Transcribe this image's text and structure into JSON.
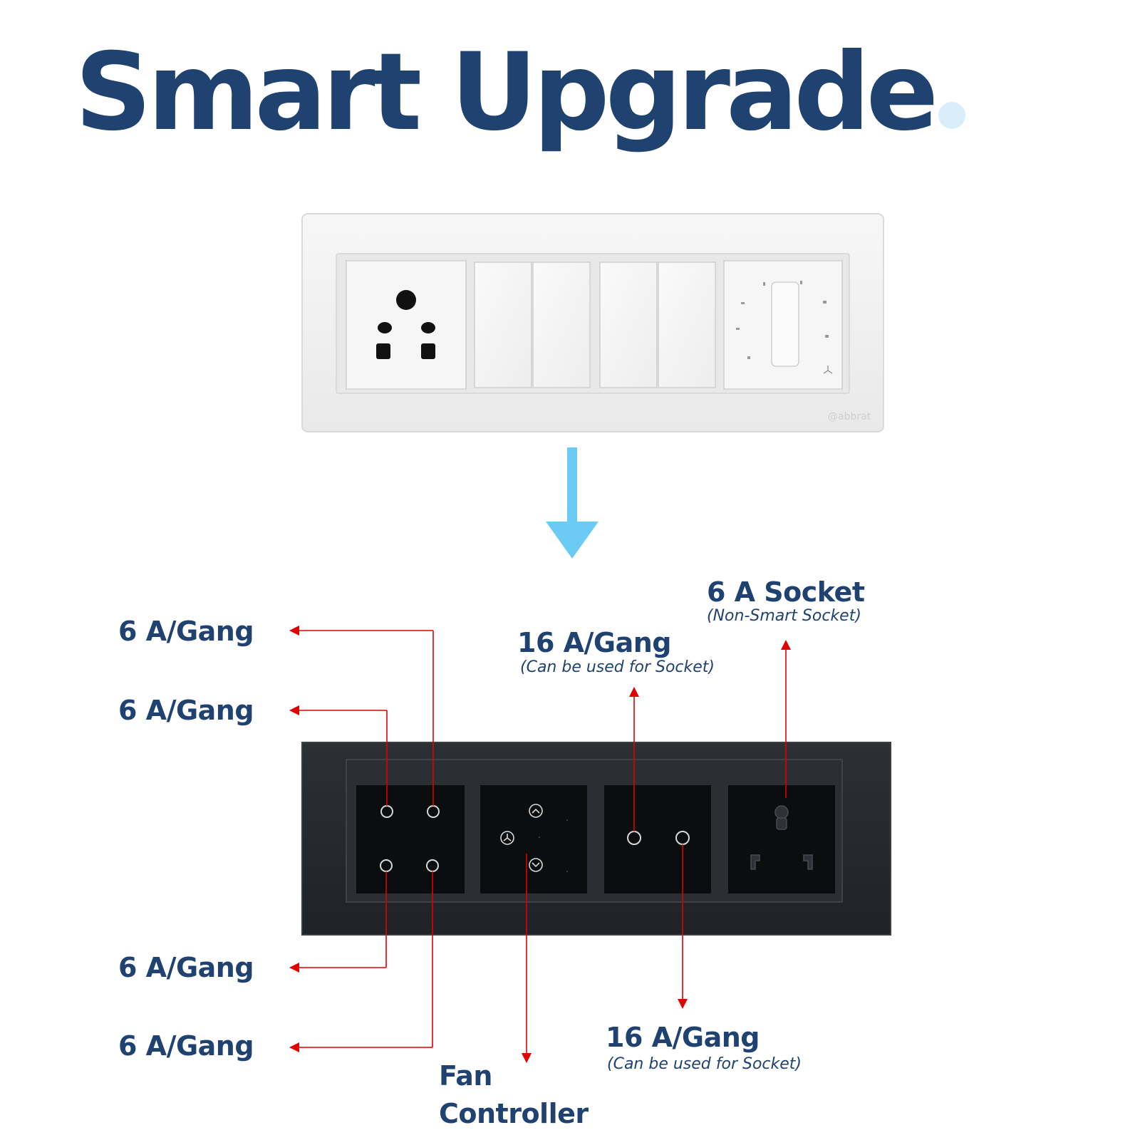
{
  "title": {
    "text": "Smart Upgrade"
  },
  "brand_mark": "@abbrat",
  "labels": {
    "gang_left_1": "6 A/Gang",
    "gang_left_2": "6 A/Gang",
    "gang_left_3": "6 A/Gang",
    "gang_left_4": "6 A/Gang",
    "gang_16a_top": {
      "title": "16 A/Gang",
      "note": "(Can be used for Socket)"
    },
    "socket_6a": {
      "title": "6 A Socket",
      "note": "(Non-Smart Socket)"
    },
    "gang_16a_bottom": {
      "title": "16 A/Gang",
      "note": "(Can be used for Socket)"
    },
    "fan_controller": {
      "line1": "Fan",
      "line2": "Controller"
    }
  },
  "colors": {
    "navy_text": "#1f4270",
    "down_arrow": "#6ccbf5",
    "leader_lines": "#e00000",
    "old_plate": "#f2f2f2",
    "smart_plate": "#262a2e",
    "touch_module": "#0c0d0f"
  },
  "icons": [
    "down-arrow-icon",
    "fan-icon",
    "chevron-up-icon",
    "chevron-down-icon",
    "socket-icon"
  ]
}
